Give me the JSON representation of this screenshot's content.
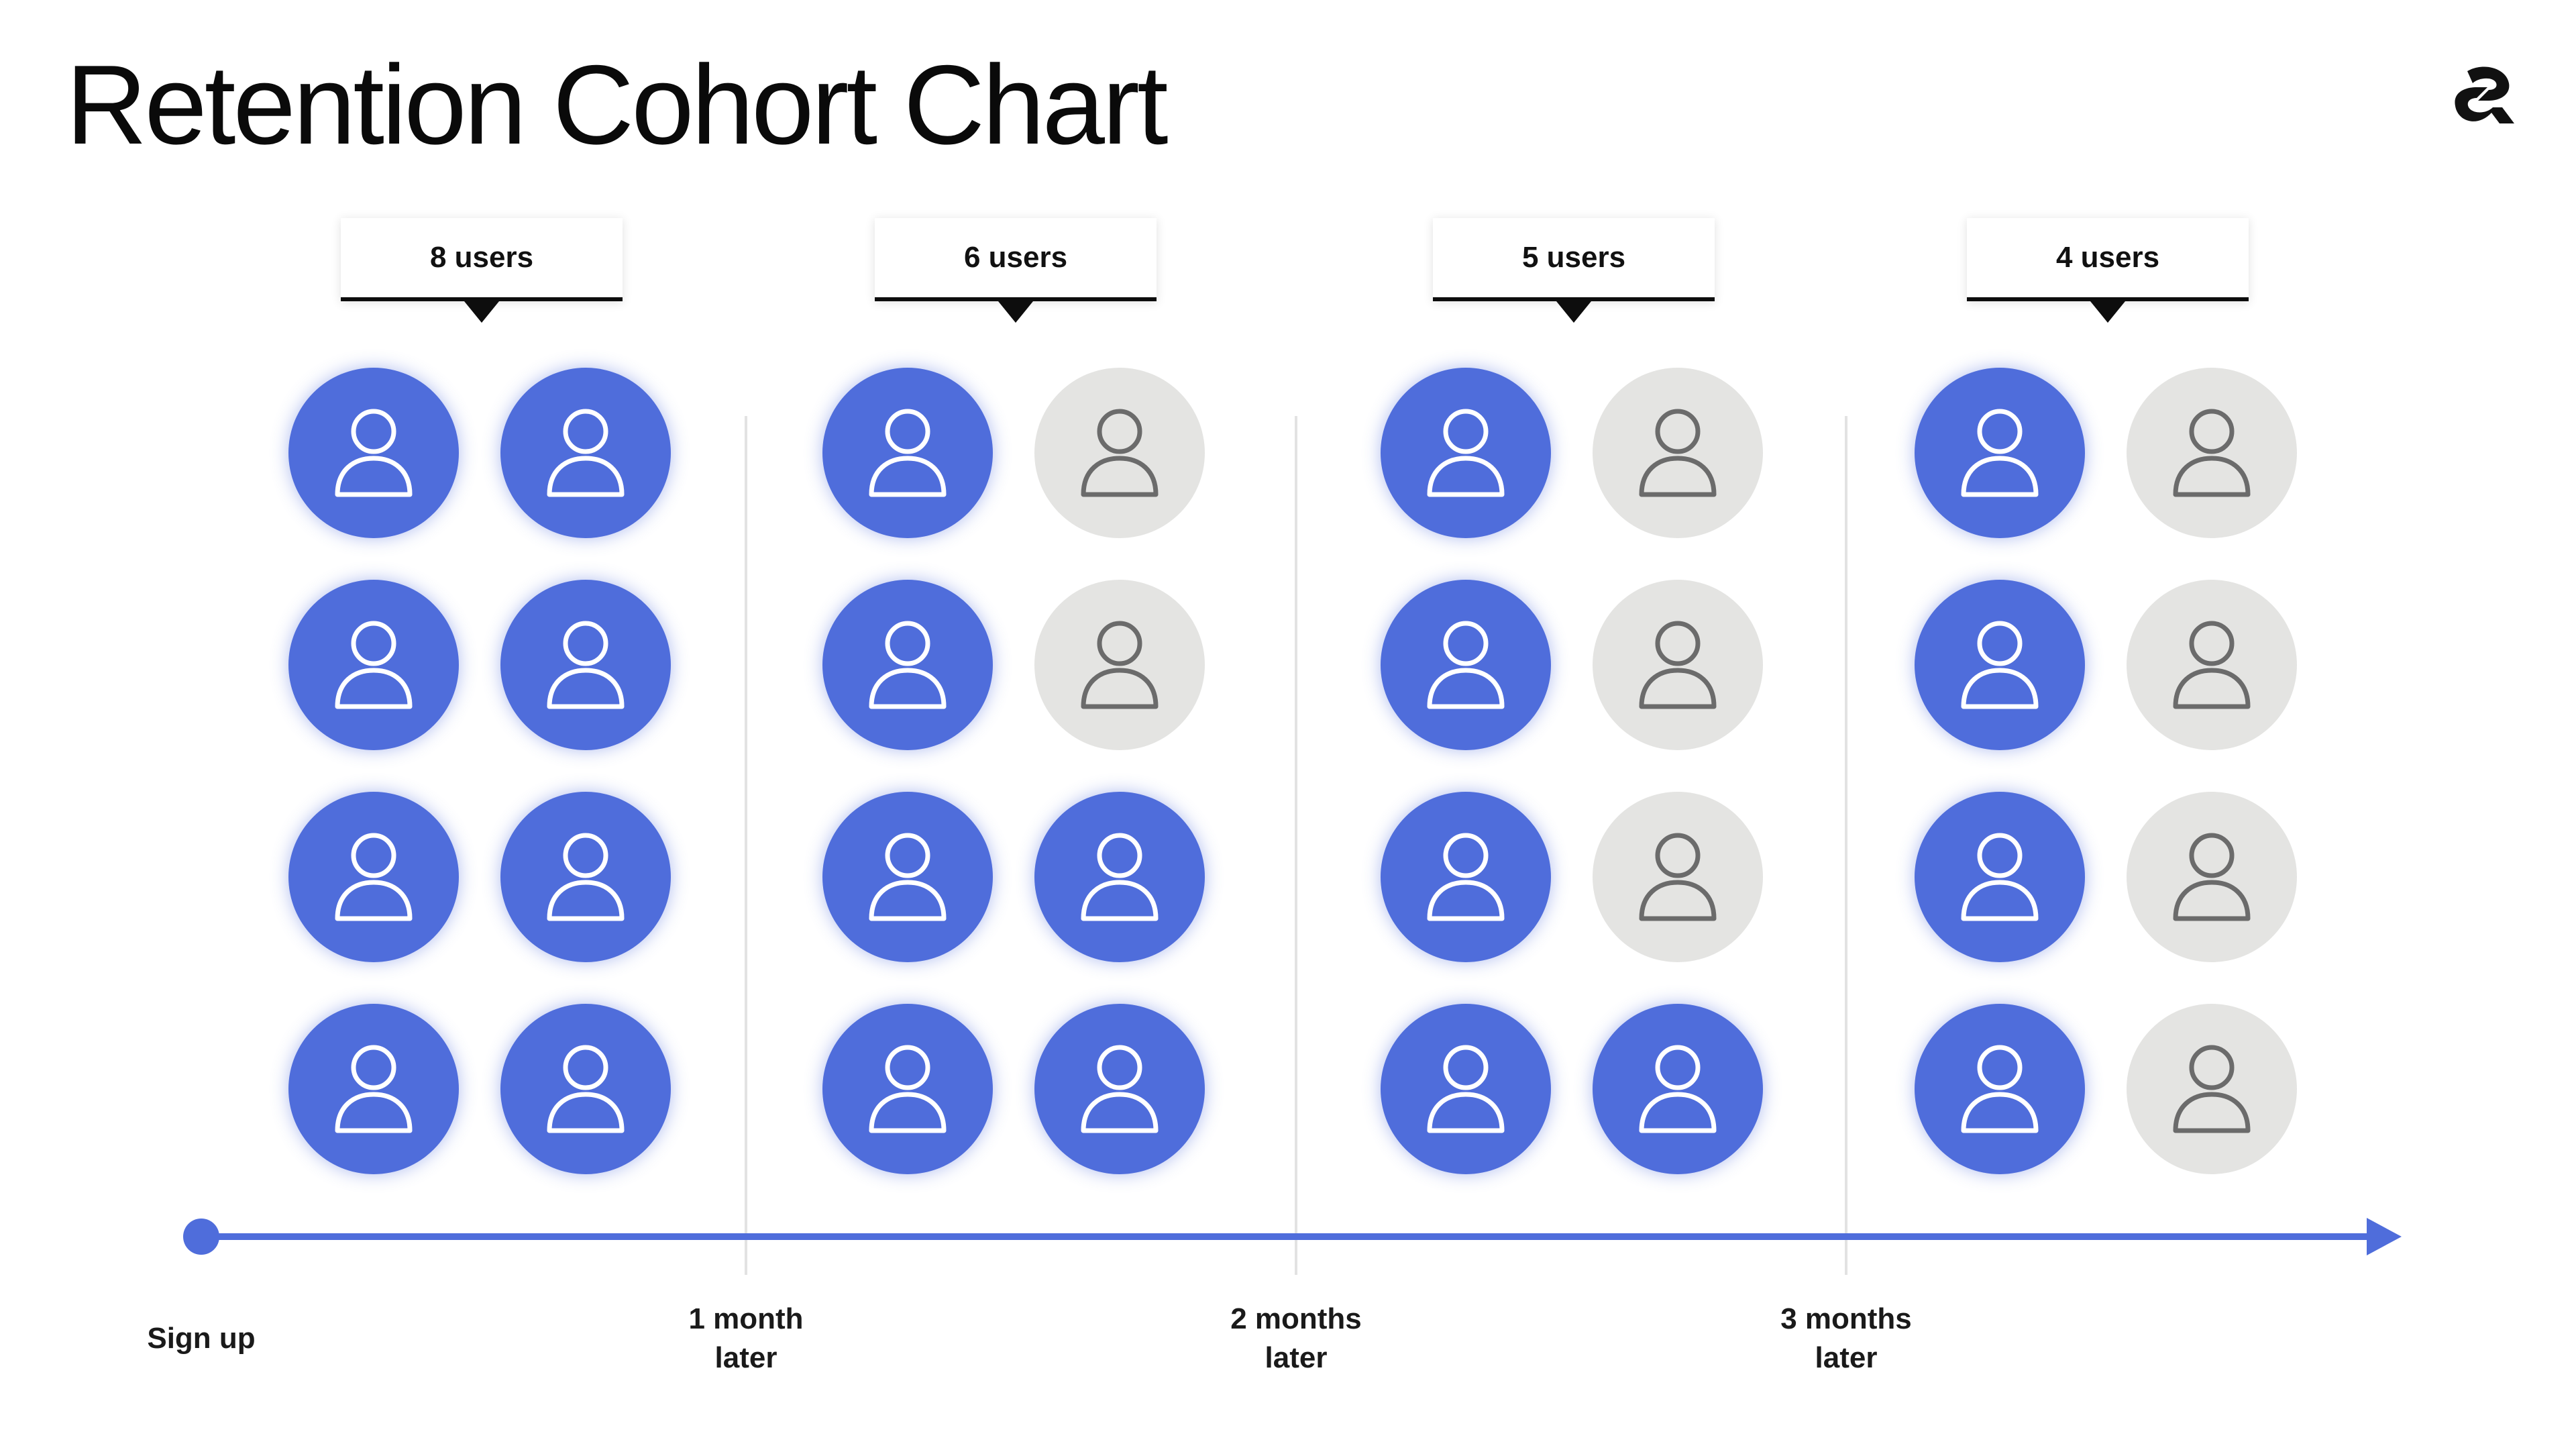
{
  "title": "Retention Cohort Chart",
  "colors": {
    "retained": "#4f6ddb",
    "churned": "#e4e4e2",
    "axis": "#4f6ddb"
  },
  "icons": {
    "user": "user-icon",
    "logo": "brand-logo"
  },
  "cohorts": [
    {
      "label": "8 users",
      "retained": 8,
      "total": 8
    },
    {
      "label": "6 users",
      "retained": 6,
      "total": 8
    },
    {
      "label": "5 users",
      "retained": 5,
      "total": 8
    },
    {
      "label": "4 users",
      "retained": 4,
      "total": 8
    }
  ],
  "timeline": {
    "start": "Sign up",
    "marks": [
      "1 month\nlater",
      "2 months\nlater",
      "3 months\nlater"
    ]
  }
}
